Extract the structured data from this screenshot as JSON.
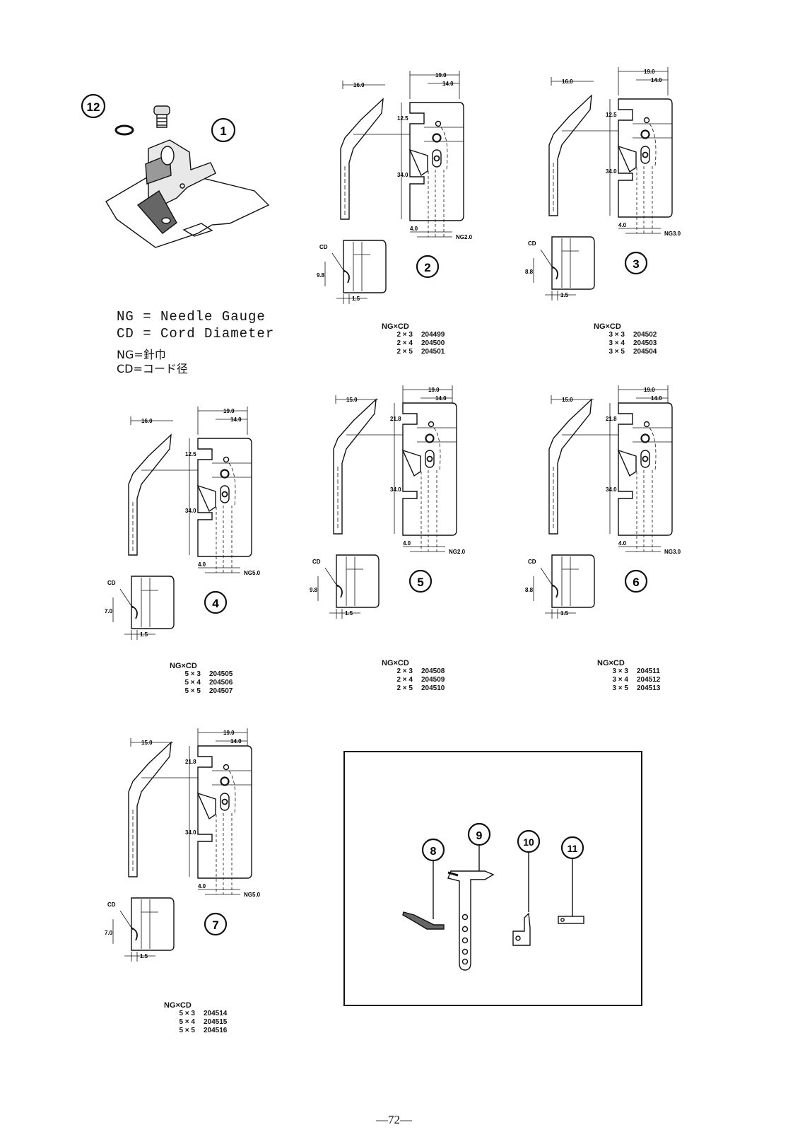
{
  "legend": {
    "en": [
      "NG = Needle Gauge",
      "CD = Cord Diameter"
    ],
    "jp": [
      "NG=針巾",
      "CD=コード径"
    ]
  },
  "parts": [
    {
      "num": "1"
    },
    {
      "num": "2",
      "top": "16.0",
      "w1": "19.0",
      "w2": "14.0",
      "h1": "12.5",
      "h2": "34.0",
      "off": "4.0",
      "ng": "NG2.0",
      "cd": "CD",
      "cdv": "9.8",
      "t": "1.5"
    },
    {
      "num": "3",
      "top": "16.0",
      "w1": "19.0",
      "w2": "14.0",
      "h1": "12.5",
      "h2": "34.0",
      "off": "4.0",
      "ng": "NG3.0",
      "cd": "CD",
      "cdv": "8.8",
      "t": "1.5"
    },
    {
      "num": "4",
      "top": "16.0",
      "w1": "19.0",
      "w2": "14.0",
      "h1": "12.5",
      "h2": "34.0",
      "off": "4.0",
      "ng": "NG5.0",
      "cd": "CD",
      "cdv": "7.0",
      "t": "1.5"
    },
    {
      "num": "5",
      "top": "15.0",
      "w1": "19.0",
      "w2": "14.0",
      "h1": "21.8",
      "h2": "34.0",
      "off": "4.0",
      "ng": "NG2.0",
      "cd": "CD",
      "cdv": "9.8",
      "t": "1.5"
    },
    {
      "num": "6",
      "top": "15.0",
      "w1": "19.0",
      "w2": "14.0",
      "h1": "21.8",
      "h2": "34.0",
      "off": "4.0",
      "ng": "NG3.0",
      "cd": "CD",
      "cdv": "8.8",
      "t": "1.5"
    },
    {
      "num": "7",
      "top": "15.0",
      "w1": "19.0",
      "w2": "14.0",
      "h1": "21.8",
      "h2": "34.0",
      "off": "4.0",
      "ng": "NG5.0",
      "cd": "CD",
      "cdv": "7.0",
      "t": "1.5"
    }
  ],
  "tables": [
    {
      "header": "NG×CD",
      "rows": [
        [
          "2 × 3",
          "204499"
        ],
        [
          "2 × 4",
          "204500"
        ],
        [
          "2 × 5",
          "204501"
        ]
      ]
    },
    {
      "header": "NG×CD",
      "rows": [
        [
          "3 × 3",
          "204502"
        ],
        [
          "3 × 4",
          "204503"
        ],
        [
          "3 × 5",
          "204504"
        ]
      ]
    },
    {
      "header": "NG×CD",
      "rows": [
        [
          "5 × 3",
          "204505"
        ],
        [
          "5 × 4",
          "204506"
        ],
        [
          "5 × 5",
          "204507"
        ]
      ]
    },
    {
      "header": "NG×CD",
      "rows": [
        [
          "2 × 3",
          "204508"
        ],
        [
          "2 × 4",
          "204509"
        ],
        [
          "2 × 5",
          "204510"
        ]
      ]
    },
    {
      "header": "NG×CD",
      "rows": [
        [
          "3 × 3",
          "204511"
        ],
        [
          "3 × 4",
          "204512"
        ],
        [
          "3 × 5",
          "204513"
        ]
      ]
    },
    {
      "header": "NG×CD",
      "rows": [
        [
          "5 × 3",
          "204514"
        ],
        [
          "5 × 4",
          "204515"
        ],
        [
          "5 × 5",
          "204516"
        ]
      ]
    }
  ],
  "accessories": [
    {
      "num": "8"
    },
    {
      "num": "9"
    },
    {
      "num": "10"
    },
    {
      "num": "11"
    },
    {
      "num": "12"
    }
  ],
  "page_number": "—72—"
}
